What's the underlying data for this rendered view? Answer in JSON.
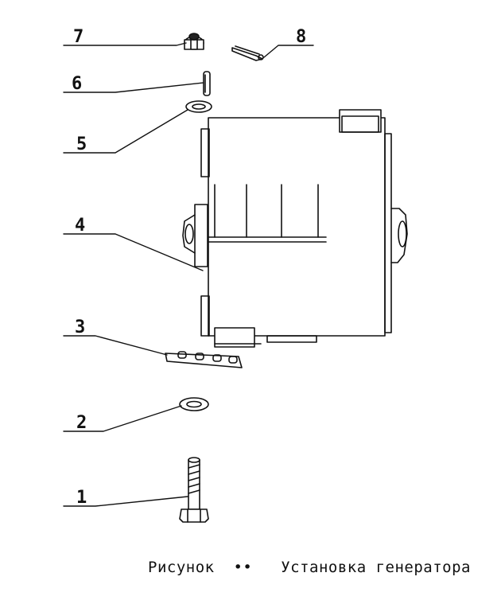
{
  "figure": {
    "caption_prefix": "Рисунок",
    "figure_number": "••",
    "caption_title": "Установка генератора"
  },
  "callouts": [
    {
      "id": "1",
      "part": "bolt"
    },
    {
      "id": "2",
      "part": "washer"
    },
    {
      "id": "3",
      "part": "shim plate"
    },
    {
      "id": "4",
      "part": "generator"
    },
    {
      "id": "5",
      "part": "washer"
    },
    {
      "id": "6",
      "part": "pin"
    },
    {
      "id": "7",
      "part": "castle nut"
    },
    {
      "id": "8",
      "part": "cotter pin"
    }
  ]
}
